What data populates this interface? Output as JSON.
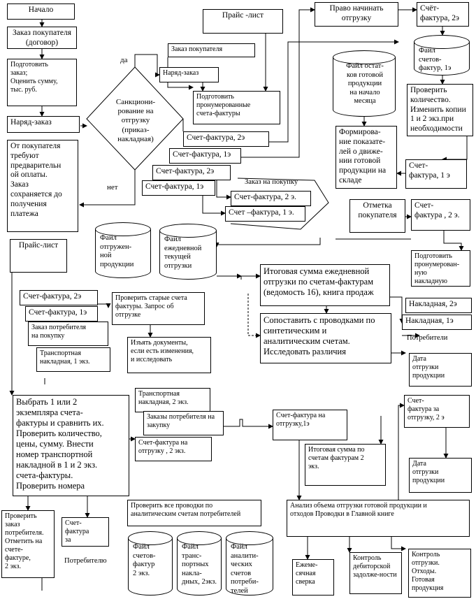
{
  "nodes": {
    "start": "Начало",
    "customer_order_contract": "Заказ покупателя\n(договор)",
    "prepare_order": "Подготовить\nзаказ;\nОценить сумму,\nтыс. руб.",
    "work_order_left": "Наряд-заказ",
    "prepayment": "От покупателя\nтребуют\nпредварительн\nой оплаты.\nЗаказ\nсохраняется до\nполучения\nплатежа",
    "decision": "Санкциони-\nрование на\nотгрузку\n(приказ-\nнакладная)",
    "label_yes": "да",
    "label_no": "нет",
    "price_list_top": "Прайс -лист",
    "customer_order_mid": "Заказ покупателя",
    "work_order_mid": "Наряд-заказ",
    "prepare_invoices": "Подготовить\nпронумерованные\nсчета-фактуры",
    "invoice_2e_a": "Счет-фактура,  2э",
    "invoice_1e_a": "Счет-фактура, 1э",
    "invoice_2e_b": "Счет-фактура,  2э",
    "invoice_1e_b": "Счет-фактура, 1э",
    "purchase_order": "Заказ на покупку",
    "invoice_2e_c": "Счет-фактура, 2 э.",
    "invoice_1e_c": "Счет –фактура, 1 э.",
    "right_to_ship": "Право начинать\nотгрузку",
    "invoice_top_right": "Счёт-\nфактура, 2э",
    "file_invoices": "Файл\nсчетов-\nфактур, 1э",
    "file_stock": "Файл остат-\nков готовой\nпродукции\nна начало\nмесяца",
    "check_quantity": "Проверить\nколичество.\nИзменить копии\n1 и  2 экз.при\nнеобходимости",
    "form_indicators": "Формирова-\nние показате-\nлей о движе-\nнии готовой\nпродукции на\nскладе",
    "invoice_1e_right": "Счет-\nфактура, 1 э",
    "customer_mark": "Отметка\nпокупателя",
    "invoice_2e_right": "Счет-\nфактура , 2 э.",
    "file_shipped": "Файл\nотгружен-\nной\nпродукции",
    "file_daily": "Файл\nежедневной\nтекущей\nотгрузки",
    "prepare_waybill": "Подготовить\nпронумерован-\nную\nнакладную",
    "waybill_2e": "Накладная,  2э",
    "waybill_1e": "Накладная, 1э",
    "consumers_right": "Потребители",
    "price_list_left": "Прайс-лист",
    "total_daily": "Итоговая сумма ежедневной\nотгрузки по счетам-фактурам\n(ведомость 16), книга продаж",
    "compare_entries": "Сопоставить с проводками по\nсинтетическим и\nаналитическим счетам.\nИсследовать различия",
    "ship_date_1": "Дата\nотгрузки\nпродукции",
    "lp_invoice_2e": "Счет-фактура, 2э",
    "lp_invoice_1e": "Счет-фактура, 1э",
    "lp_customer_order": "Заказ потребителя\nна покупку",
    "lp_transport_1": "Транспортная\nнакладная, 1 экз.",
    "check_old": "Проверить старые счета\nфактуры. Запрос об\nотгрузке",
    "withdraw_docs": "Изъять документы,\nесли есть изменения,\nи исследовать",
    "transport_2": "Транспортная\nнакладная, 2 экз.",
    "consumer_orders_buy": "Заказы потребителя на\nзакупку",
    "invoice_ship_2": "Счет-фактура на\nотгрузку , 2 экз.",
    "select_compare": "Выбрать 1 или 2\nэкземпляра счета-\nфактуры и сравнить их.\nПроверить количество,\nцены, сумму. Внести\nномер транспортной\nнакладной в 1 и 2 экз.\nсчета-фактуры.\nПроверить номера",
    "invoice_ship_1": "Счет-фактура на\nотгрузку,1э",
    "total_invoices_2": "Итоговая сумма по\nсчетам фактурам 2\nэкз.",
    "invoice_ship_2e": "Счет-\nфактура за\nотгрузку, 2 э",
    "ship_date_2": "Дата\nотгрузки\nпродукции",
    "check_order": "Проверить\nзаказ\nпотребителя.\nОтметить на\nсчете-\nфактуре,\n2 экз.",
    "invoice_for_sale": "Счет-фактура\nза\nреализацию",
    "to_consumer": "Потребителю",
    "check_analytic": "Проверить все проводки по\nаналитическим счетам потребителей",
    "analysis": "Анализ объема отгрузки готовой продукции и\nотходов Проводки в Главной книге",
    "file_invoices_2": "Файл\nсчетов-\nфактур\n2 экз.",
    "file_transport": "Файл\nтранс-\nпортных\nнакла-\nдных, 2экз.",
    "file_analytic": "Файл\nаналити-\nческих\nсчетов\nпотреби-\nтелей",
    "monthly_check": "Ежеме-\nсячная\nсверка",
    "control_receivables": "Контроль\nдебиторской\nзадолже-ности",
    "control_shipments": "Контроль\nотгрузки.\nОтходы.\nГотовая\nпродукция"
  }
}
